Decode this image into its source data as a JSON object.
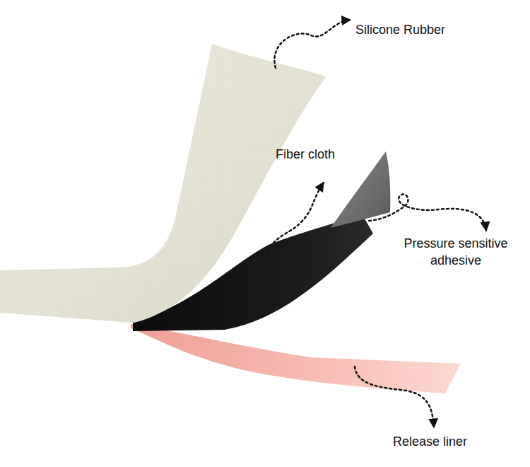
{
  "diagram": {
    "labels": [
      "Silicone Rubber",
      "Fiber cloth",
      "Pressure sensitive adhesive",
      "Release liner"
    ]
  }
}
